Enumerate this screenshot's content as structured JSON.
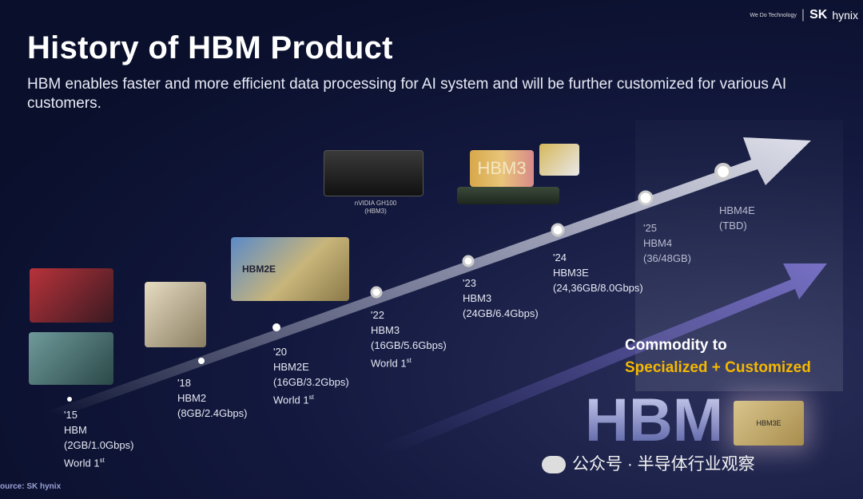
{
  "header": {
    "title": "History of HBM Product",
    "subtitle": "HBM enables faster and more efficient data processing for AI system and will be further customized for various AI customers."
  },
  "logo": {
    "tagline": "We Do Technology",
    "brand_sk": "SK",
    "brand_hynix": "hynix"
  },
  "milestones": [
    {
      "year": "'15",
      "product": "HBM",
      "spec": "(2GB/1.0Gbps)",
      "note": "World 1",
      "sup": "st"
    },
    {
      "year": "'18",
      "product": "HBM2",
      "spec": "(8GB/2.4Gbps)",
      "note": "",
      "sup": ""
    },
    {
      "year": "'20",
      "product": "HBM2E",
      "spec": "(16GB/3.2Gbps)",
      "note": "World 1",
      "sup": "st"
    },
    {
      "year": "'22",
      "product": "HBM3",
      "spec": "(16GB/5.6Gbps)",
      "note": "World 1",
      "sup": "st"
    },
    {
      "year": "'23",
      "product": "HBM3",
      "spec": "(24GB/6.4Gbps)",
      "note": "",
      "sup": ""
    },
    {
      "year": "'24",
      "product": "HBM3E",
      "spec": "(24,36GB/8.0Gbps)",
      "note": "",
      "sup": ""
    },
    {
      "year": "'25",
      "product": "HBM4",
      "spec": "(36/48GB)",
      "note": "",
      "sup": ""
    },
    {
      "year": "",
      "product": "HBM4E",
      "spec": "(TBD)",
      "note": "",
      "sup": ""
    }
  ],
  "images": {
    "gh100_caption": "nVIDIA GH100",
    "gh100_sub": "(HBM3)",
    "hbm3_label": "HBM3",
    "hbm2e_label": "HBM2E",
    "hbm3e_chip": "HBM3E",
    "hbm_big": "HBM"
  },
  "commodity": {
    "line1": "Commodity to",
    "line2": "Specialized + Customized"
  },
  "watermark": "公众号 · 半导体行业观察",
  "source": "ource: SK hynix"
}
